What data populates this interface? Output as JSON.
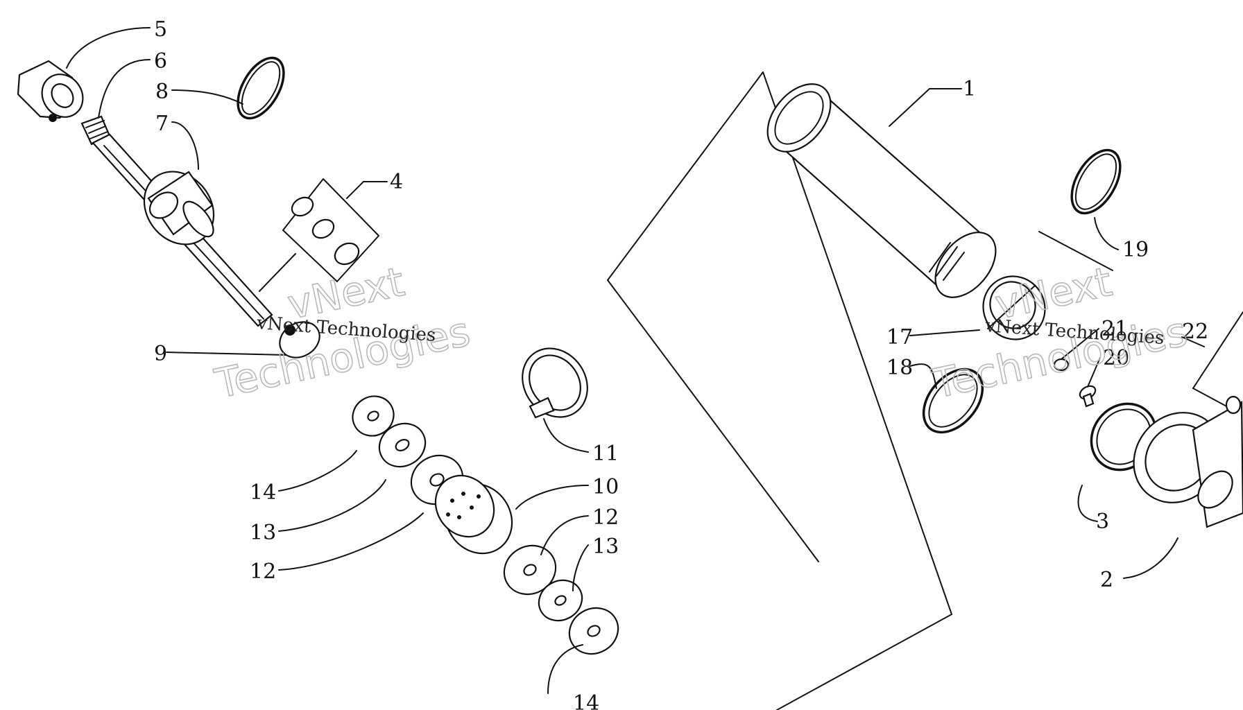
{
  "callouts": [
    {
      "id": "c5",
      "label": "5"
    },
    {
      "id": "c6",
      "label": "6"
    },
    {
      "id": "c8",
      "label": "8"
    },
    {
      "id": "c7",
      "label": "7"
    },
    {
      "id": "c4",
      "label": "4"
    },
    {
      "id": "c9",
      "label": "9"
    },
    {
      "id": "c14a",
      "label": "14"
    },
    {
      "id": "c13a",
      "label": "13"
    },
    {
      "id": "c12a",
      "label": "12"
    },
    {
      "id": "c11",
      "label": "11"
    },
    {
      "id": "c10",
      "label": "10"
    },
    {
      "id": "c12b",
      "label": "12"
    },
    {
      "id": "c13b",
      "label": "13"
    },
    {
      "id": "c14b",
      "label": "14"
    },
    {
      "id": "c1",
      "label": "1"
    },
    {
      "id": "c19",
      "label": "19"
    },
    {
      "id": "c17",
      "label": "17"
    },
    {
      "id": "c18",
      "label": "18"
    },
    {
      "id": "c21",
      "label": "21"
    },
    {
      "id": "c20",
      "label": "20"
    },
    {
      "id": "c22",
      "label": "22"
    },
    {
      "id": "c3",
      "label": "3"
    },
    {
      "id": "c2",
      "label": "2"
    }
  ],
  "watermark": {
    "line1": "vNext",
    "line2": "Technologies",
    "small": "vNext Technologies"
  }
}
